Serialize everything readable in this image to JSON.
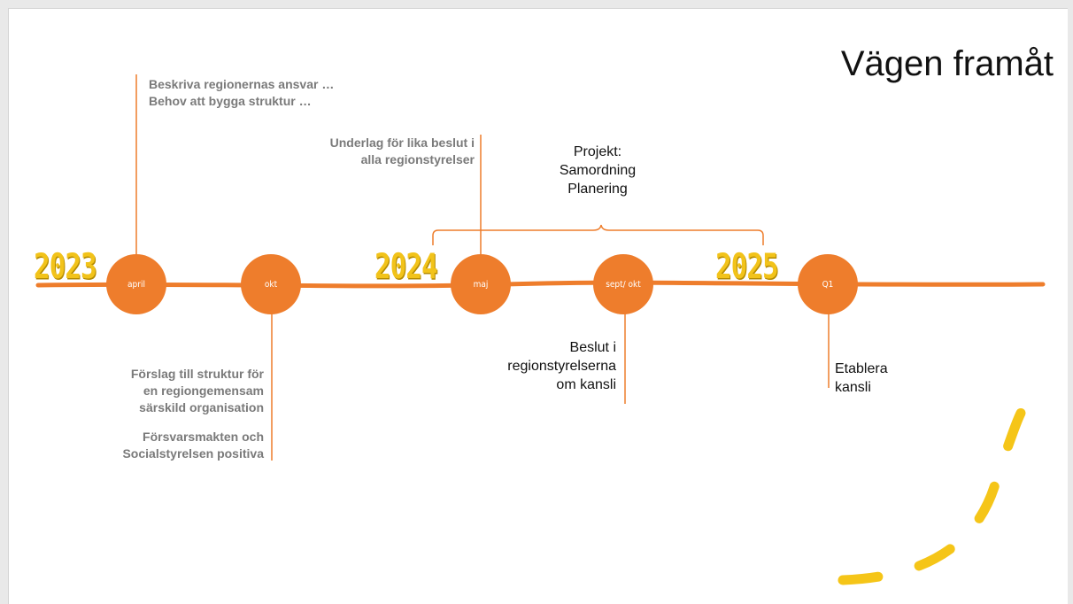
{
  "title": "Vägen framåt",
  "years": [
    "2023",
    "2024",
    "2025"
  ],
  "milestones": [
    "april",
    "okt",
    "maj",
    "sept/ okt",
    "Q1"
  ],
  "notes": {
    "april_above": [
      "Beskriva regionernas ansvar …",
      "Behov att bygga struktur …"
    ],
    "okt_below_1": [
      "Förslag till struktur för",
      "en regiongemensam",
      "särskild organisation"
    ],
    "okt_below_2": [
      "Försvarsmakten och",
      "Socialstyrelsen positiva"
    ],
    "maj_above": [
      "Underlag för lika beslut i",
      "alla regionstyrelser"
    ],
    "project": [
      "Projekt:",
      "Samordning",
      "Planering"
    ],
    "sept_below": [
      "Beslut i",
      "regionstyrelserna",
      "om kansli"
    ],
    "q1_below": [
      "Etablera",
      "kansli"
    ]
  },
  "colors": {
    "accent": "#ee7d2c",
    "year": "#f2c31a",
    "note_grey": "#7a7a7a"
  }
}
